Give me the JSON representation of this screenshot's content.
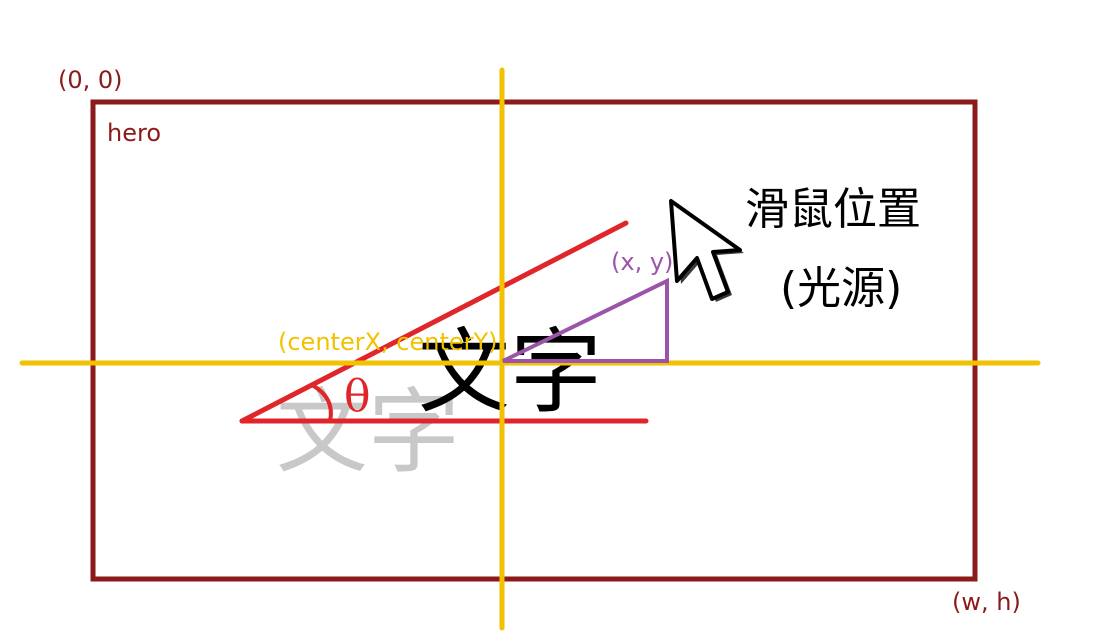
{
  "labels": {
    "origin": "(0, 0)",
    "hero": "hero",
    "corner": "(w, h)",
    "center": "(centerX, centerY)",
    "mouse_point": "(x, y)",
    "theta": "θ",
    "mouse_line1": "滑鼠位置",
    "mouse_line2": "(光源)",
    "main_text": "文字",
    "shadow_text": "文字"
  },
  "icons": {
    "cursor": "mouse-pointer-arrow"
  },
  "colors": {
    "frame": "#8b1a1a",
    "axis": "#f2c200",
    "angle": "#e0262b",
    "triangle": "#9b55a8",
    "shadow_text": "#c8c8c8",
    "text": "#000000"
  }
}
